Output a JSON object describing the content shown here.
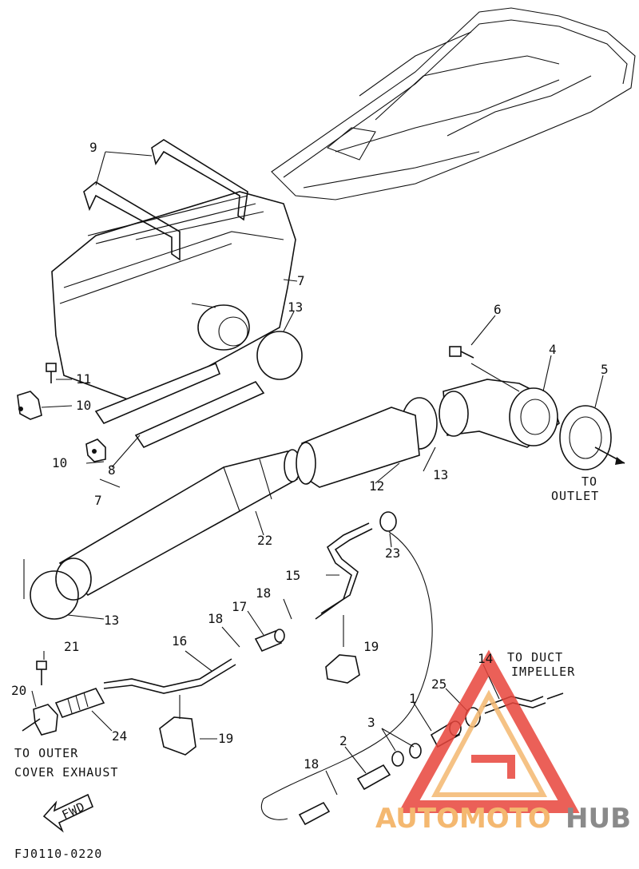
{
  "figure_code": "FJ0110-0220",
  "part_numbers": {
    "p1": "1",
    "p2": "2",
    "p3": "3",
    "p4": "4",
    "p5": "5",
    "p6": "6",
    "p7a": "7",
    "p7b": "7",
    "p8": "8",
    "p9": "9",
    "p10a": "10",
    "p10b": "10",
    "p11": "11",
    "p12": "12",
    "p13a": "13",
    "p13b": "13",
    "p13c": "13",
    "p14": "14",
    "p15": "15",
    "p16": "16",
    "p17": "17",
    "p18a": "18",
    "p18b": "18",
    "p18c": "18",
    "p19a": "19",
    "p19b": "19",
    "p20": "20",
    "p21": "21",
    "p22": "22",
    "p23": "23",
    "p24": "24",
    "p25": "25"
  },
  "annotations": {
    "to_outlet_line1": "TO",
    "to_outlet_line2": "OUTLET",
    "to_duct_line1": "TO DUCT",
    "to_duct_line2": "IMPELLER",
    "to_outer_line1": "TO OUTER",
    "to_outer_line2": "COVER EXHAUST",
    "fwd": "FWD"
  },
  "watermark": {
    "auto": "AUTOMOTO",
    "hub": "HUB",
    "colors": {
      "primary": "#e8453c",
      "secondary": "#f4b870",
      "gray": "#8a8a8a"
    }
  }
}
